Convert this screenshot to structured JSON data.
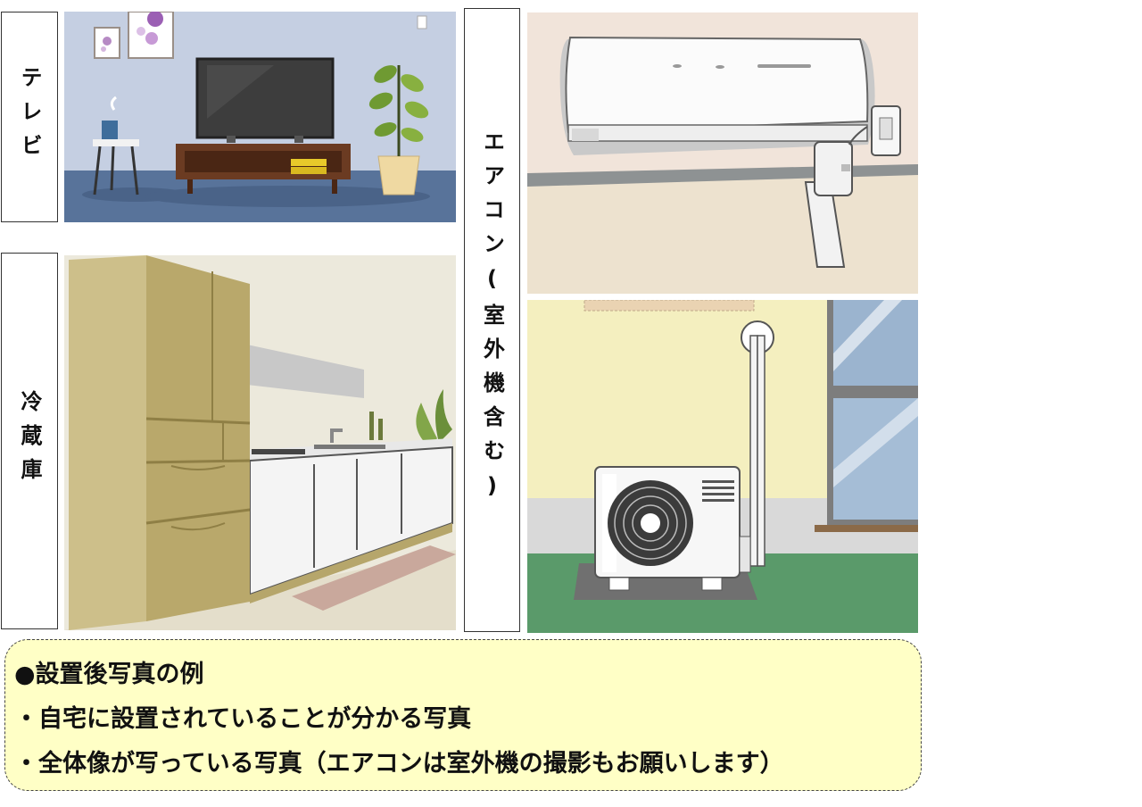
{
  "labels": {
    "tv": "テレビ",
    "fridge": "冷蔵庫",
    "aircon": "エアコン(室外機含む)"
  },
  "note": {
    "heading": "●設置後写真の例",
    "items": [
      "・自宅に設置されていることが分かる写真",
      "・全体像が写っている写真（エアコンは室外機の撮影もお願いします）"
    ]
  },
  "colors": {
    "note_bg": "#ffffc6",
    "living_wall": "#c5cfe2",
    "living_floor": "#58739a",
    "kitchen_wall": "#ece9dc",
    "fridge": "#b9a86b",
    "indoor_wall": "#f1e4da",
    "outdoor_wall": "#f4efbf",
    "outdoor_ground": "#5a9a6a"
  }
}
